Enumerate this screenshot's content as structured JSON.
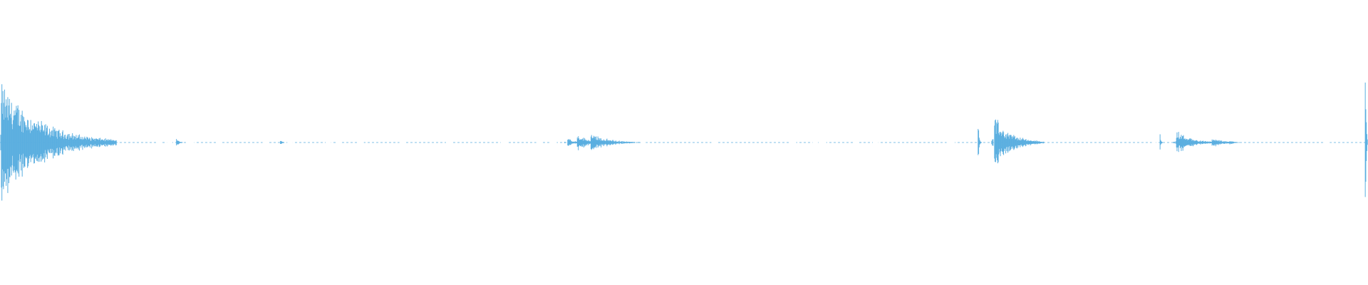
{
  "waveform": {
    "color": "#5aaee0",
    "amplitude_scale": 1.0,
    "segments": [
      {
        "center": 0.001,
        "peak": 0.62,
        "decay": 0.028,
        "kind": "burst"
      },
      {
        "center": 0.129,
        "peak": 0.04,
        "decay": 0.002,
        "kind": "tick"
      },
      {
        "center": 0.205,
        "peak": 0.02,
        "decay": 0.002,
        "kind": "tick"
      },
      {
        "center": 0.415,
        "peak": 0.06,
        "decay": 0.004,
        "kind": "burst"
      },
      {
        "center": 0.422,
        "peak": 0.09,
        "decay": 0.008,
        "kind": "burst"
      },
      {
        "center": 0.432,
        "peak": 0.1,
        "decay": 0.012,
        "kind": "burst"
      },
      {
        "center": 0.715,
        "peak": 0.22,
        "decay": 0.002,
        "kind": "spike"
      },
      {
        "center": 0.727,
        "peak": 0.26,
        "decay": 0.012,
        "kind": "burst"
      },
      {
        "center": 0.752,
        "peak": 0.03,
        "decay": 0.003,
        "kind": "tick"
      },
      {
        "center": 0.848,
        "peak": 0.08,
        "decay": 0.002,
        "kind": "spike"
      },
      {
        "center": 0.86,
        "peak": 0.13,
        "decay": 0.01,
        "kind": "burst"
      },
      {
        "center": 0.886,
        "peak": 0.05,
        "decay": 0.008,
        "kind": "burst"
      },
      {
        "center": 0.899,
        "peak": 0.02,
        "decay": 0.004,
        "kind": "tick"
      },
      {
        "center": 0.998,
        "peak": 1.0,
        "decay": 0.0015,
        "kind": "spike"
      }
    ],
    "baseline_gaps": [
      [
        0.078,
        0.082
      ],
      [
        0.115,
        0.118
      ],
      [
        0.122,
        0.126
      ],
      [
        0.137,
        0.142
      ],
      [
        0.158,
        0.162
      ],
      [
        0.192,
        0.196
      ],
      [
        0.21,
        0.214
      ],
      [
        0.238,
        0.242
      ],
      [
        0.246,
        0.249
      ],
      [
        0.262,
        0.266
      ],
      [
        0.292,
        0.296
      ],
      [
        0.326,
        0.33
      ],
      [
        0.366,
        0.371
      ],
      [
        0.392,
        0.396
      ],
      [
        0.402,
        0.407
      ],
      [
        0.468,
        0.472
      ],
      [
        0.52,
        0.524
      ],
      [
        0.578,
        0.582
      ],
      [
        0.594,
        0.598
      ],
      [
        0.6,
        0.604
      ],
      [
        0.624,
        0.628
      ],
      [
        0.638,
        0.642
      ],
      [
        0.692,
        0.698
      ],
      [
        0.842,
        0.845
      ],
      [
        0.968,
        0.972
      ]
    ]
  }
}
